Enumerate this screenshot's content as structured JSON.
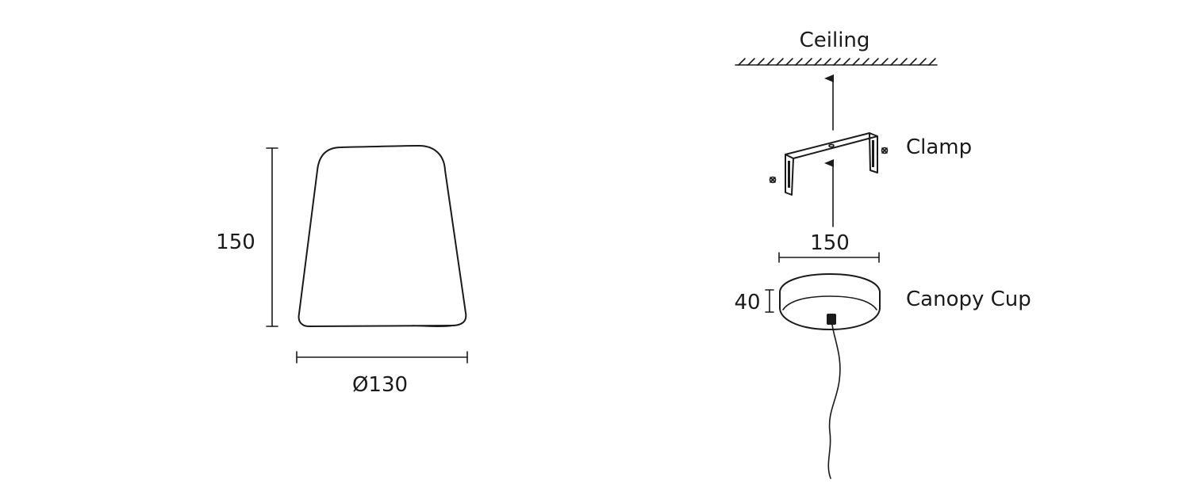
{
  "shade": {
    "height_label": "150",
    "diameter_label": "Ø130"
  },
  "mounting": {
    "ceiling_label": "Ceiling",
    "clamp_label": "Clamp",
    "canopy_width_label": "150",
    "canopy_height_label": "40",
    "canopy_label": "Canopy Cup"
  },
  "colors": {
    "line": "#1a1a1a",
    "background": "#ffffff"
  }
}
